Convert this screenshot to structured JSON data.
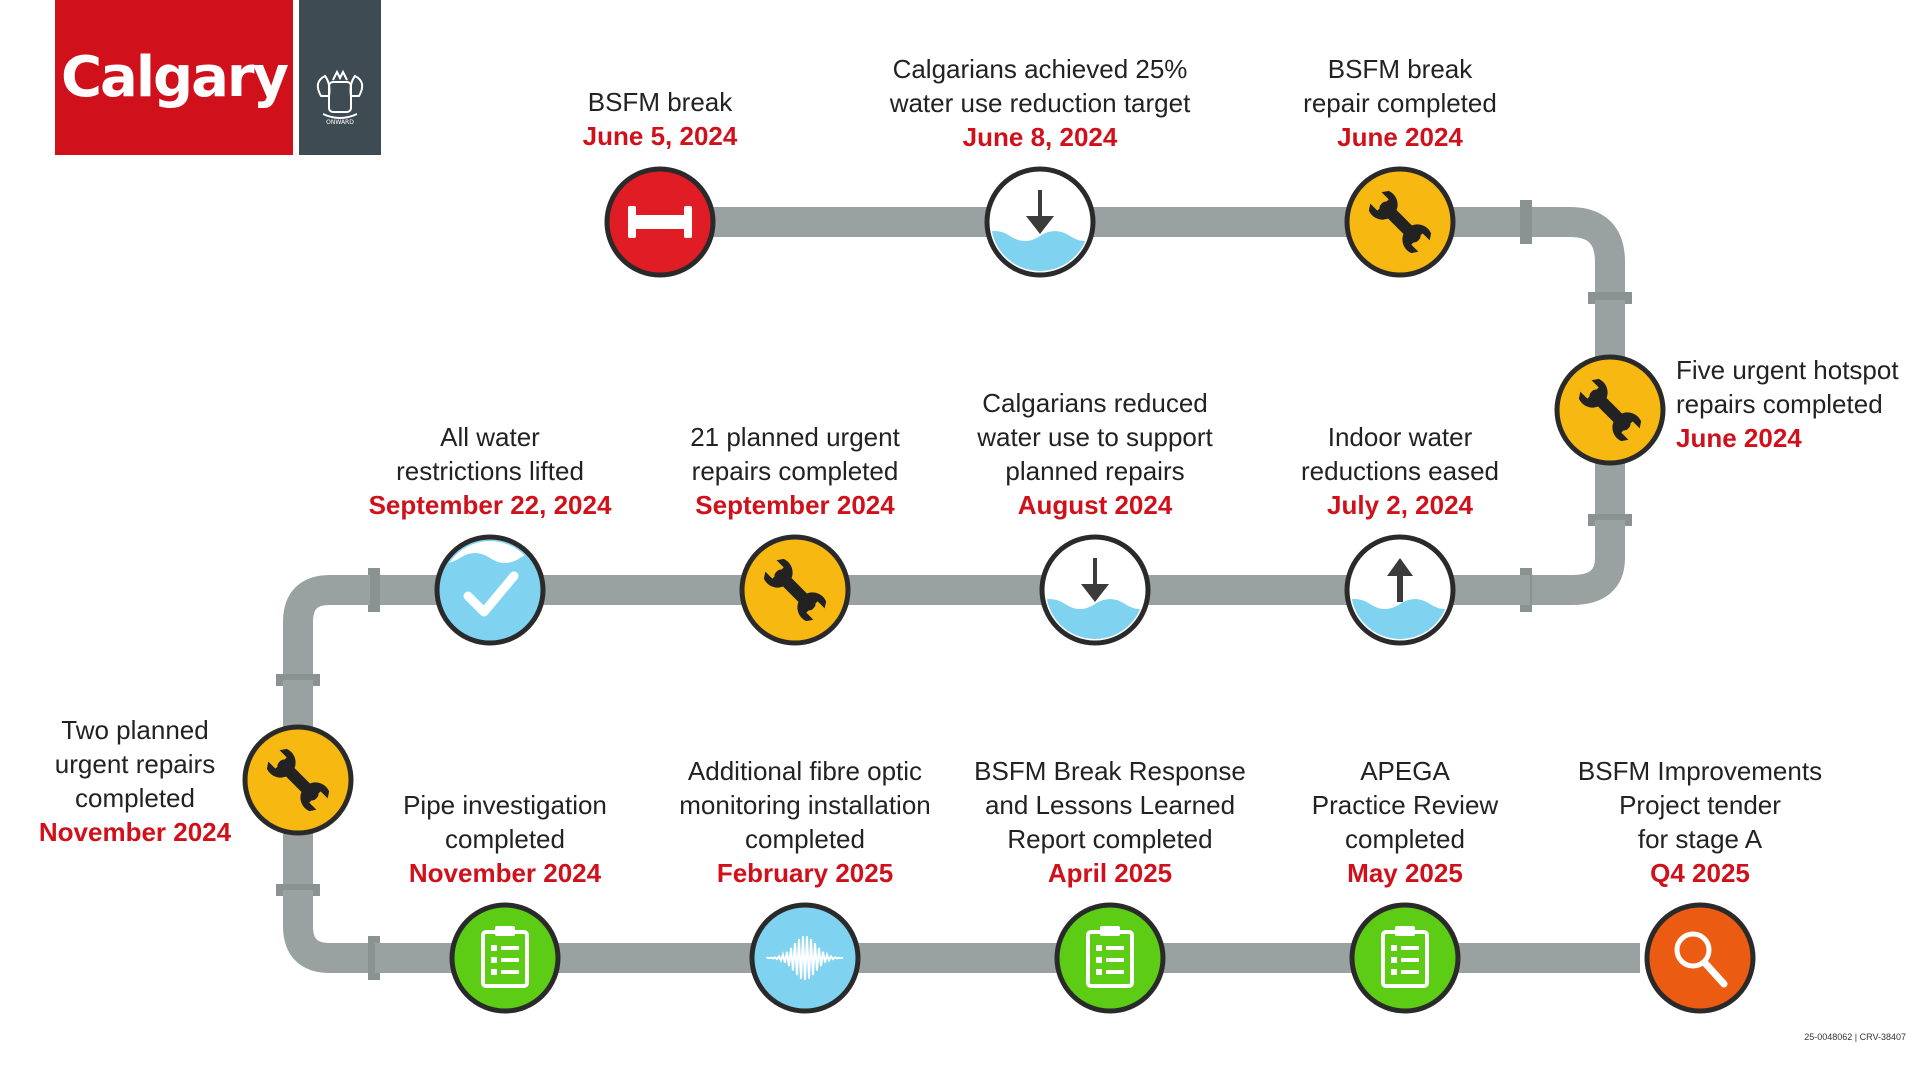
{
  "logo": {
    "text": "Calgary",
    "crest_motto": "ONWARD",
    "red": "#d0111b",
    "dark": "#3e4b53"
  },
  "colors": {
    "pipe": "#9aa1a1",
    "pipe_dark": "#8a9292",
    "event_red": "#e01d24",
    "water_blue": "#7fd3f0",
    "repair_yellow": "#f7b812",
    "report_green": "#5ccc14",
    "search_orange": "#ec5b12",
    "date_red": "#d0111b"
  },
  "milestones": [
    {
      "title": "BSFM break",
      "date": "June 5, 2024",
      "icon": "pipe-break-icon"
    },
    {
      "title": "Calgarians achieved 25%\nwater use reduction target",
      "date": "June 8, 2024",
      "icon": "water-down-arrow-icon"
    },
    {
      "title": "BSFM break\nrepair completed",
      "date": "June 2024",
      "icon": "wrench-icon"
    },
    {
      "title": "Five urgent hotspot\nrepairs completed",
      "date": "June 2024",
      "icon": "wrench-icon"
    },
    {
      "title": "Indoor water\nreductions eased",
      "date": "July 2, 2024",
      "icon": "water-up-arrow-icon"
    },
    {
      "title": "Calgarians reduced\nwater use to support\nplanned repairs",
      "date": "August 2024",
      "icon": "water-down-arrow-icon"
    },
    {
      "title": "21 planned urgent\nrepairs completed",
      "date": "September 2024",
      "icon": "wrench-icon"
    },
    {
      "title": "All water\nrestrictions lifted",
      "date": "September 22, 2024",
      "icon": "water-check-icon"
    },
    {
      "title": "Two planned\nurgent repairs\ncompleted",
      "date": "November 2024",
      "icon": "wrench-icon"
    },
    {
      "title": "Pipe investigation\ncompleted",
      "date": "November 2024",
      "icon": "clipboard-icon"
    },
    {
      "title": "Additional fibre optic\nmonitoring installation\ncompleted",
      "date": "February 2025",
      "icon": "sound-wave-icon"
    },
    {
      "title": "BSFM Break Response\nand Lessons Learned\nReport completed",
      "date": "April 2025",
      "icon": "clipboard-icon"
    },
    {
      "title": "APEGA\nPractice Review\ncompleted",
      "date": "May 2025",
      "icon": "clipboard-icon"
    },
    {
      "title": "BSFM Improvements\nProject tender\nfor stage A",
      "date": "Q4 2025",
      "icon": "magnifier-icon"
    }
  ],
  "footer_code": "25-0048062 | CRV-38407"
}
